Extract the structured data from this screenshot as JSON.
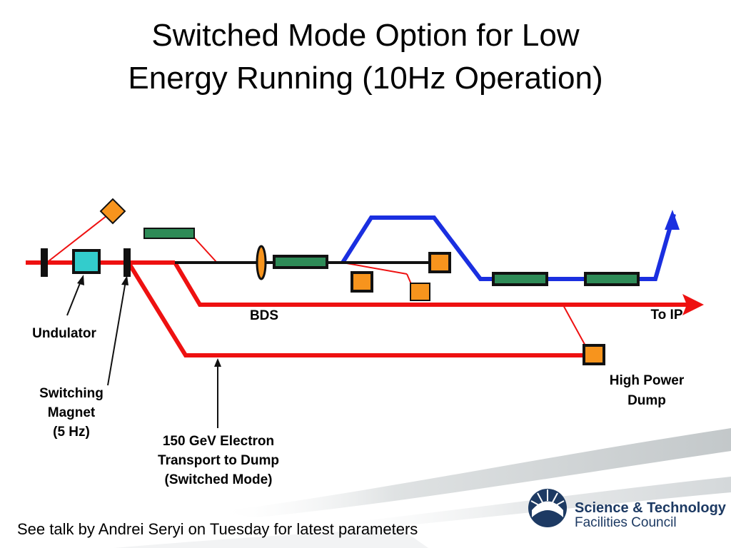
{
  "slide": {
    "title_line1": "Switched Mode Option for Low",
    "title_line2": "Energy Running (10Hz Operation)",
    "footer": "See talk by Andrei Seryi on Tuesday for latest parameters"
  },
  "labels": {
    "undulator": "Undulator",
    "switching_line1": "Switching",
    "switching_line2": "Magnet",
    "switching_line3": "(5 Hz)",
    "transport_line1": "150 GeV Electron",
    "transport_line2": "Transport to Dump",
    "transport_line3": "(Switched Mode)",
    "bds": "BDS",
    "to_ip": "To IP",
    "dump_line1": "High Power",
    "dump_line2": "Dump"
  },
  "logo": {
    "line1": "Science & Technology",
    "line2": "Facilities Council"
  },
  "colors": {
    "beam_red": "#ee1111",
    "beam_blue": "#1a2fe0",
    "magnet_green": "#2e8b57",
    "dump_orange": "#f7941d",
    "undulator_cyan": "#33cccc",
    "logo_navy": "#1d3a63",
    "swoosh_grey": "#c9cdcf"
  }
}
